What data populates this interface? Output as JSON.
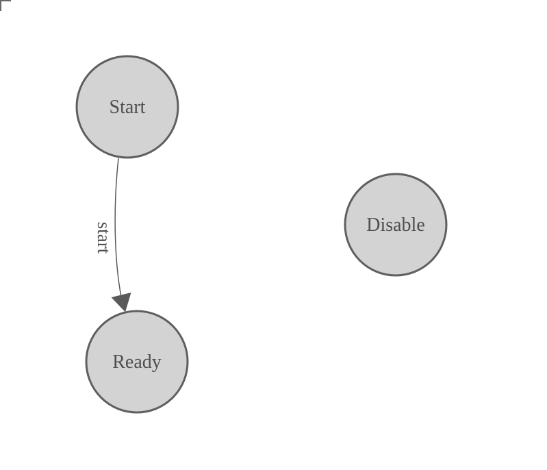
{
  "diagram": {
    "kind": "finite-state-machine",
    "colors": {
      "background": "#ffffff",
      "node_fill": "#d3d3d3",
      "node_stroke": "#5f5f5f",
      "node_text": "#4f4f4f",
      "edge_stroke": "#5a5a5a",
      "arrow_fill": "#5a5a5a",
      "edge_text": "#4f4f4f",
      "corner_mark": "#666666"
    },
    "nodes": [
      {
        "id": "start",
        "label": "Start"
      },
      {
        "id": "ready",
        "label": "Ready"
      },
      {
        "id": "disable",
        "label": "Disable"
      }
    ],
    "edges": [
      {
        "from": "start",
        "to": "ready",
        "label": "start"
      }
    ]
  }
}
